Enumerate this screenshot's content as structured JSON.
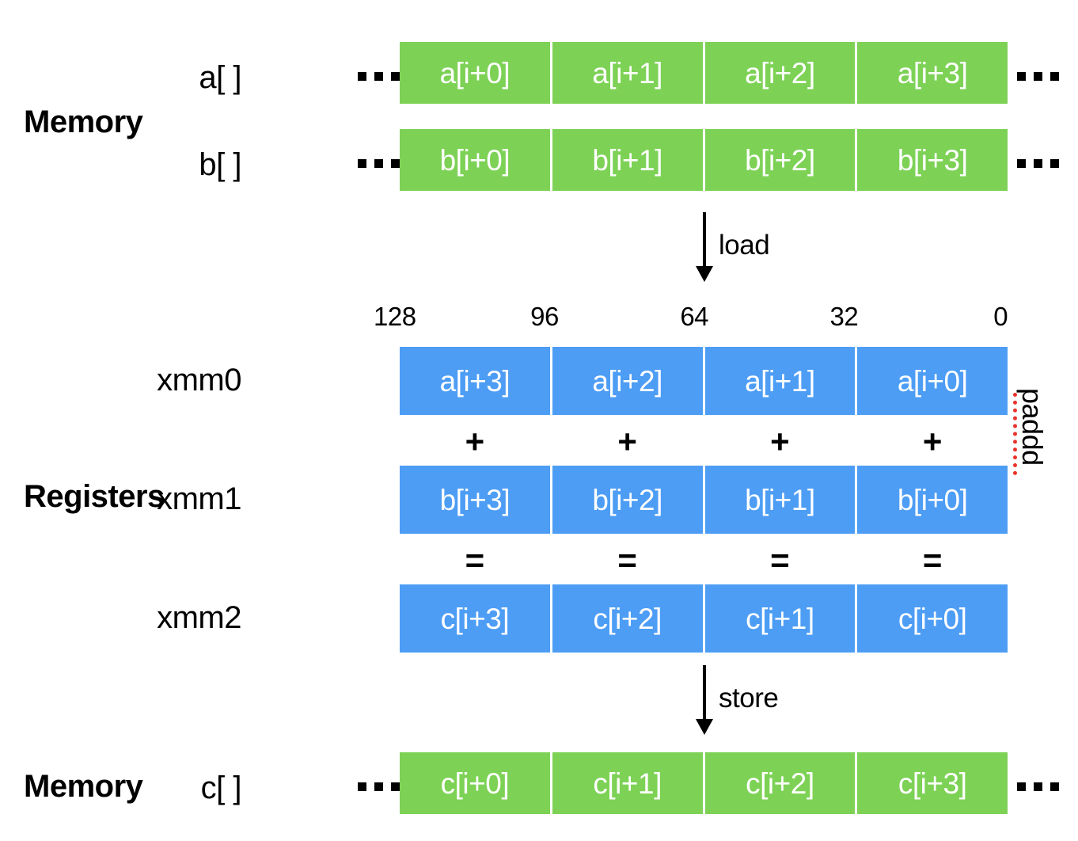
{
  "diagram": {
    "title": "SIMD vector addition: load, paddd, store",
    "colors": {
      "memory_cell": "#7dd256",
      "register_cell": "#4d9df5",
      "cell_text": "#ffffff",
      "paddd_rule": "#e8332a",
      "text": "#000000",
      "background": "#ffffff"
    }
  },
  "sections": {
    "memory_top_label": "Memory",
    "registers_label": "Registers",
    "memory_bottom_label": "Memory"
  },
  "memory_rows": [
    {
      "name": "a[ ]",
      "left_ellipsis": "...",
      "right_ellipsis": "...",
      "cells": [
        "a[i+0]",
        "a[i+1]",
        "a[i+2]",
        "a[i+3]"
      ]
    },
    {
      "name": "b[ ]",
      "left_ellipsis": "...",
      "right_ellipsis": "...",
      "cells": [
        "b[i+0]",
        "b[i+1]",
        "b[i+2]",
        "b[i+3]"
      ]
    }
  ],
  "memory_result_row": {
    "name": "c[ ]",
    "left_ellipsis": "...",
    "right_ellipsis": "...",
    "cells": [
      "c[i+0]",
      "c[i+1]",
      "c[i+2]",
      "c[i+3]"
    ]
  },
  "bit_ruler": {
    "ticks": [
      "128",
      "96",
      "64",
      "32",
      "0"
    ],
    "positions_pct": [
      8,
      30,
      52,
      74,
      97
    ]
  },
  "registers": [
    {
      "name": "xmm0",
      "cells": [
        "a[i+3]",
        "a[i+2]",
        "a[i+1]",
        "a[i+0]"
      ]
    },
    {
      "name": "xmm1",
      "cells": [
        "b[i+3]",
        "b[i+2]",
        "b[i+1]",
        "b[i+0]"
      ]
    },
    {
      "name": "xmm2",
      "cells": [
        "c[i+3]",
        "c[i+2]",
        "c[i+1]",
        "c[i+0]"
      ]
    }
  ],
  "operators": {
    "plus_row": [
      "+",
      "+",
      "+",
      "+"
    ],
    "equal_row": [
      "=",
      "=",
      "=",
      "="
    ]
  },
  "arrows": {
    "load_label": "load",
    "store_label": "store"
  },
  "instruction": {
    "name": "paddd"
  }
}
